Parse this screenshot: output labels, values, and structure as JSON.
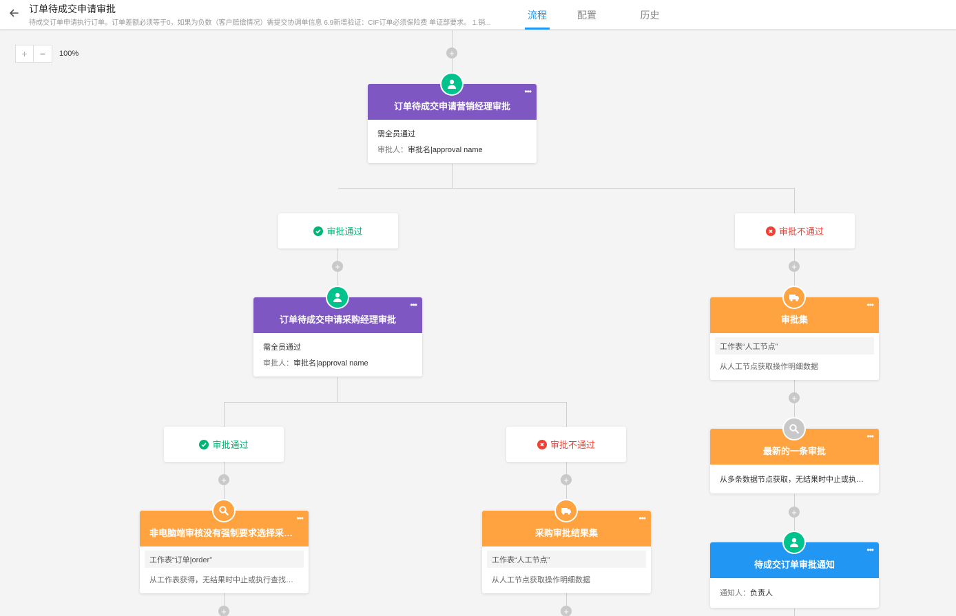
{
  "header": {
    "title": "订单待成交申请审批",
    "subtitle": "待成交订单申请执行订单。订单差额必须等于0，如果为负数（客户赔偿情况）需提交协调单信息 6.9新增验证：CIF订单必须保险费 单证部要求。 1.销...",
    "tabs": [
      {
        "label": "流程",
        "active": true
      },
      {
        "label": "配置",
        "active": false
      },
      {
        "label": "历史",
        "active": false
      }
    ]
  },
  "zoom": {
    "plus": "+",
    "minus": "−",
    "level": "100%"
  },
  "nodes": {
    "n1": {
      "title": "订单待成交申请营销经理审批",
      "line1": "需全员通过",
      "label": "审批人：",
      "value": "审批名|approval name"
    },
    "n2": {
      "title": "订单待成交申请采购经理审批",
      "line1": "需全员通过",
      "label": "审批人：",
      "value": "审批名|approval name"
    },
    "n3": {
      "title": "审批集",
      "box": "工作表“人工节点”",
      "text": "从人工节点获取操作明细数据"
    },
    "n4": {
      "title": "最新的一条审批",
      "text": "从多条数据节点获取，无结果时中止或执行查找..."
    },
    "n5": {
      "title": "待成交订单审批通知",
      "label": "通知人：",
      "value": "负责人"
    },
    "n6": {
      "title": "非电脑端审核没有强制要求选择采购员的",
      "box": "工作表“订单|order”",
      "text": "从工作表获得，无结果时中止或执行查找下一条记录"
    },
    "n7": {
      "title": "采购审批结果集",
      "box": "工作表“人工节点”",
      "text": "从人工节点获取操作明细数据"
    }
  },
  "conditions": {
    "c1": "审批通过",
    "c2": "审批不通过",
    "c3": "审批通过",
    "c4": "审批不通过"
  },
  "more_label": "•••",
  "colors": {
    "purple": "#7e57c2",
    "orange": "#ffa340",
    "blue": "#2196f3",
    "green": "#00c28c",
    "pass": "#00b574",
    "fail": "#f04134",
    "accent": "#2196f3"
  }
}
